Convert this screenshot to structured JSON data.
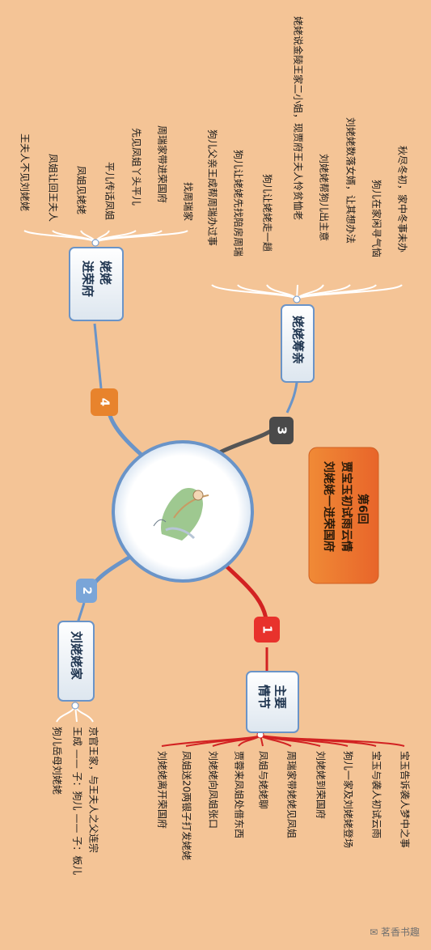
{
  "center": {
    "title_line1": "第6回",
    "title_line2": "贾宝玉初试雨云情",
    "title_line3": "刘姥姥一进荣国府"
  },
  "branches": [
    {
      "number": "1",
      "title": "主要情节",
      "color": "#e8322c",
      "items": [
        "宝玉告诉袭人梦中之事",
        "宝玉与袭人初试云雨",
        "狗儿一家及刘姥姥登场",
        "刘姥姥到荣国府",
        "周瑞家带姥姥见凤姐",
        "凤姐与姥姥聊",
        "贾蓉来凤姐处借东西",
        "刘姥姥向凤姐张口",
        "凤姐送20两银子打发姥姥",
        "刘姥姥离开荣国府"
      ]
    },
    {
      "number": "2",
      "title": "刘姥姥家",
      "color": "#6a94c8",
      "items": [
        "京官王家，与王夫人之父连宗",
        "王成 —— 子：狗儿 —— 子：板儿",
        "狗儿岳母刘姥姥"
      ]
    },
    {
      "number": "3",
      "title": "姥姥筹亲",
      "color": "#4a4a4a",
      "items": [
        "秋尽冬初，家中冬事未办",
        "狗儿在家闲寻气恼",
        "刘姥姥数落女婿，让其想办法",
        "刘姥姥帮狗儿出主意",
        "姥姥说金陵王家二小姐，现贾府王夫人怜贫恤老",
        "狗儿让姥姥走一趟",
        "狗儿让姥姥先找陪房周瑞",
        "狗儿父亲王成帮周瑞办过事"
      ]
    },
    {
      "number": "4",
      "title": "姥姥进荣府",
      "color": "#e8832c",
      "items": [
        "找周瑞家",
        "周瑞家带进荣国府",
        "先见凤姐丫头平儿",
        "平儿传话凤姐",
        "凤姐见姥姥",
        "凤姐让回王夫人",
        "王夫人不见刘姥姥"
      ]
    }
  ],
  "watermark": "茗香书趣"
}
